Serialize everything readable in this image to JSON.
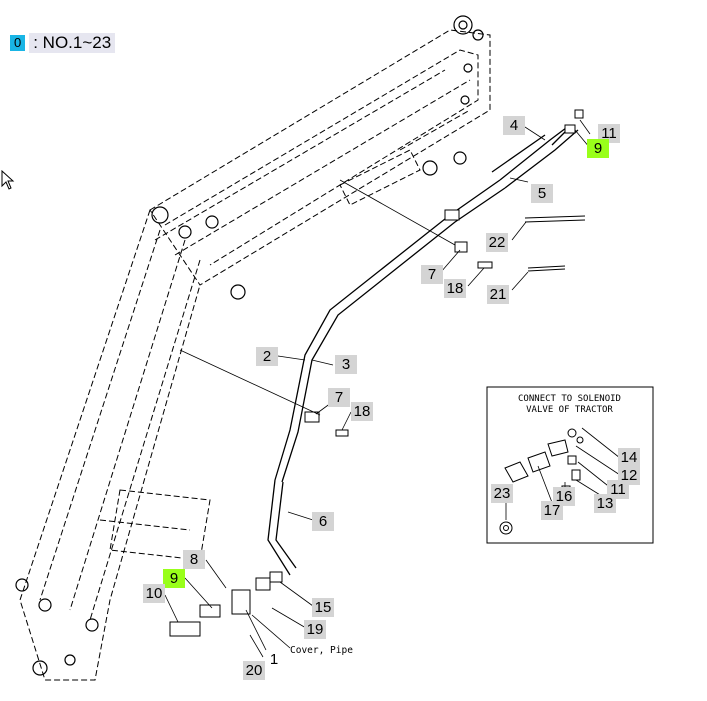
{
  "header": {
    "badge": "0",
    "range": ": NO.1~23"
  },
  "inset": {
    "line1": "CONNECT TO SOLENOID",
    "line2": "VALVE OF TRACTOR"
  },
  "note": {
    "cover_pipe": "Cover, Pipe"
  },
  "callouts": {
    "c1": "1",
    "c2": "2",
    "c3": "3",
    "c4": "4",
    "c5": "5",
    "c6": "6",
    "c7a": "7",
    "c7b": "7",
    "c8": "8",
    "c9a": "9",
    "c9b": "9",
    "c10": "10",
    "c11a": "11",
    "c11b": "11",
    "c12": "12",
    "c13": "13",
    "c14": "14",
    "c15": "15",
    "c16": "16",
    "c17": "17",
    "c18a": "18",
    "c18b": "18",
    "c19": "19",
    "c20": "20",
    "c21": "21",
    "c22": "22",
    "c23": "23"
  },
  "colors": {
    "highlight": "#99ff1a",
    "callout_bg": "#d4d4d4",
    "badge": "#19b5e5"
  }
}
